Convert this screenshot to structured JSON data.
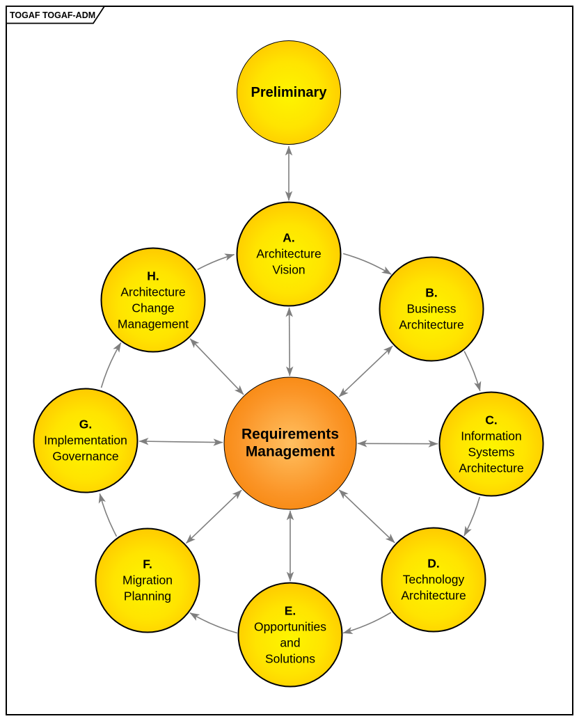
{
  "frame": {
    "label": "TOGAF TOGAF-ADM"
  },
  "diagram": {
    "preliminary": {
      "name": "Preliminary"
    },
    "center": {
      "name": "Requirements\nManagement"
    },
    "phases": [
      {
        "letter": "A.",
        "name": "Architecture\nVision"
      },
      {
        "letter": "B.",
        "name": "Business\nArchitecture"
      },
      {
        "letter": "C.",
        "name": "Information\nSystems\nArchitecture"
      },
      {
        "letter": "D.",
        "name": "Technology\nArchitecture"
      },
      {
        "letter": "E.",
        "name": "Opportunities\nand\nSolutions"
      },
      {
        "letter": "F.",
        "name": "Migration\nPlanning"
      },
      {
        "letter": "G.",
        "name": "Implementation\nGovernance"
      },
      {
        "letter": "H.",
        "name": "Architecture\nChange\nManagement"
      }
    ],
    "colors": {
      "phase_fill_center": "#FDF500",
      "phase_fill_mid": "#FFE400",
      "phase_fill_edge": "#FFBC00",
      "hub_fill_center": "#FFC061",
      "hub_fill_mid": "#FB9527",
      "hub_fill_edge": "#F47E00",
      "arrow": "#7F7F7F",
      "border": "#000000"
    }
  }
}
